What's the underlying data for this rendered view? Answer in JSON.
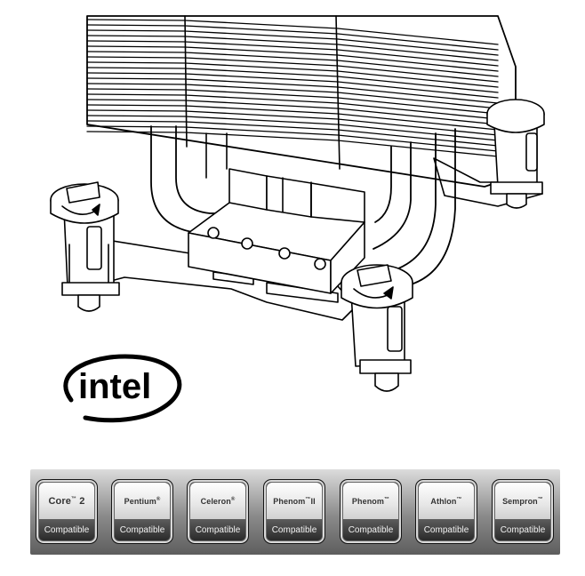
{
  "logo": {
    "name": "intel-logo",
    "text": "intel"
  },
  "badges": [
    {
      "name": "Core",
      "sup": "™",
      "suffix": "2",
      "caption": "Compatible"
    },
    {
      "name": "Pentium",
      "sup": "®",
      "suffix": "",
      "caption": "Compatible"
    },
    {
      "name": "Celeron",
      "sup": "®",
      "suffix": "",
      "caption": "Compatible"
    },
    {
      "name": "Phenom",
      "sup": "™",
      "suffix": "II",
      "caption": "Compatible"
    },
    {
      "name": "Phenom",
      "sup": "™",
      "suffix": "",
      "caption": "Compatible"
    },
    {
      "name": "Athlon",
      "sup": "™",
      "suffix": "",
      "caption": "Compatible"
    },
    {
      "name": "Sempron",
      "sup": "™",
      "suffix": "",
      "caption": "Compatible"
    }
  ]
}
